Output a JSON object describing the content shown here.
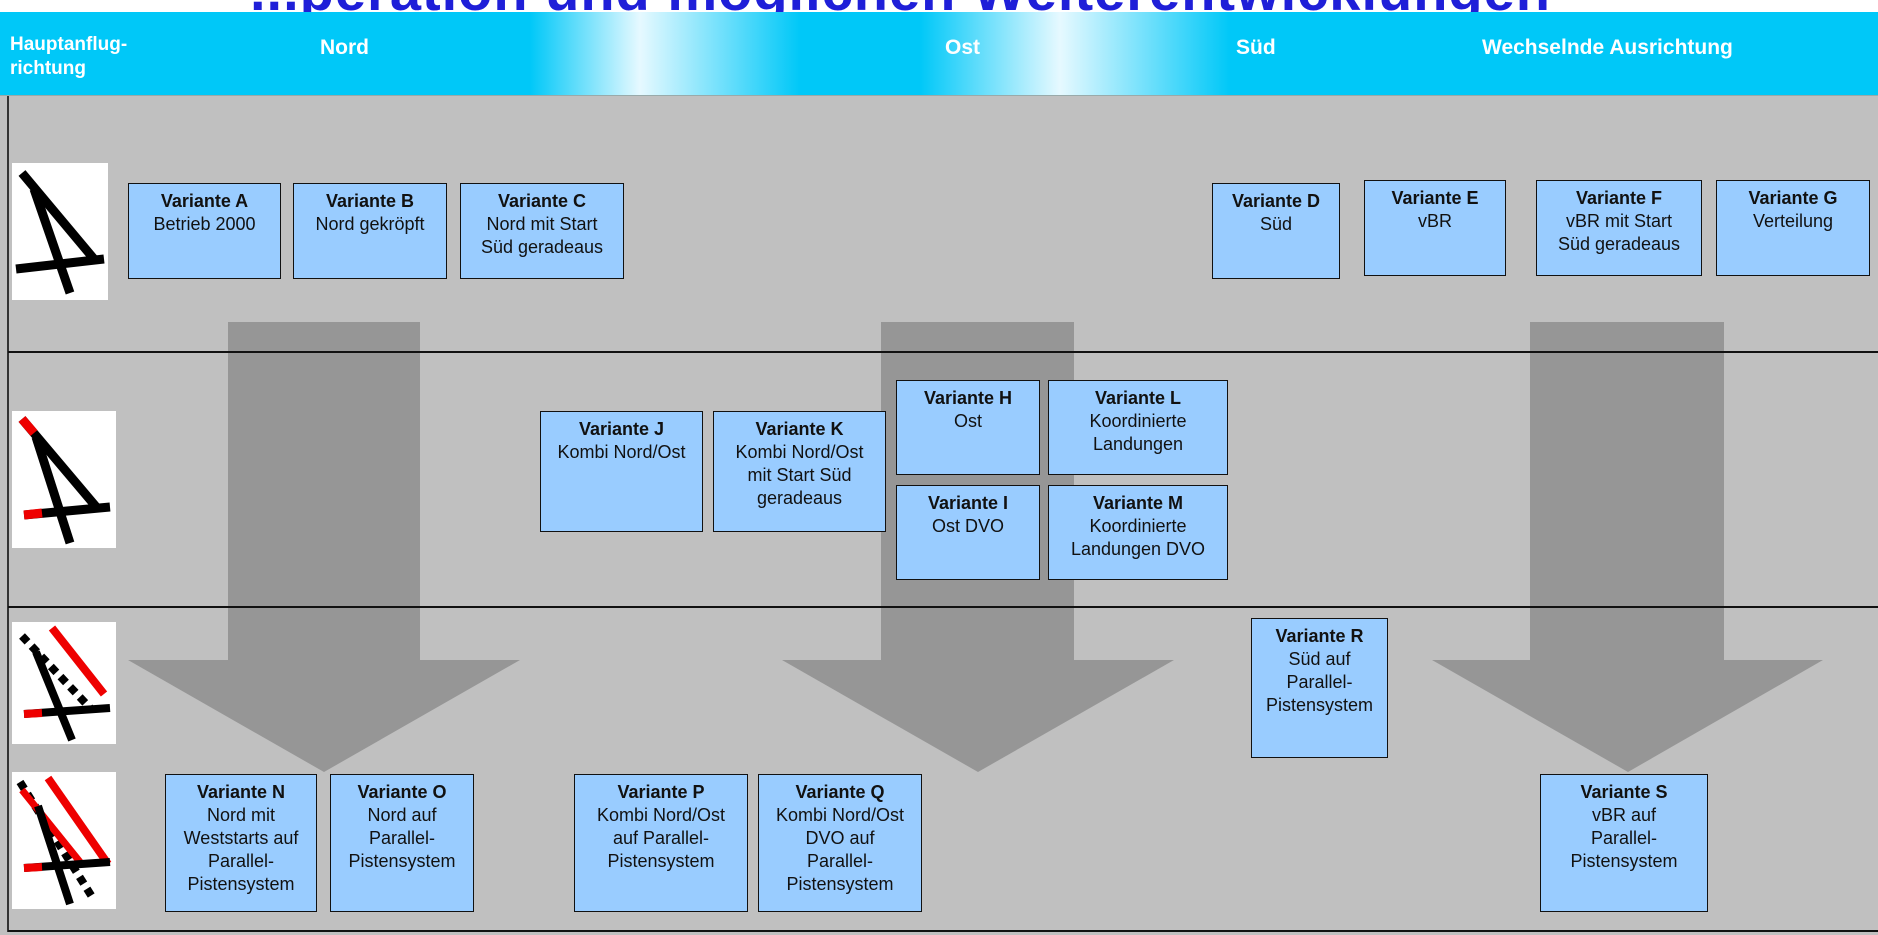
{
  "title": "...peration und möglichen Weiterentwicklungen",
  "header": {
    "row_label": "Hauptanflug-\nrichtung",
    "columns": [
      "Nord",
      "Ost",
      "Süd",
      "Wechselnde Ausrichtung"
    ]
  },
  "row_icons": [
    "runway-3-icon",
    "runway-3-modified-icon",
    "runway-parallel-icon",
    "runway-parallel-full-icon"
  ],
  "colors": {
    "header": "#00c8f8",
    "box": "#99ccff",
    "grid": "#c0c0c0",
    "arrow": "#888888",
    "title": "#1f1fd8"
  },
  "variants": [
    {
      "title": "Variante A",
      "desc": "Betrieb 2000"
    },
    {
      "title": "Variante B",
      "desc": "Nord gekröpft"
    },
    {
      "title": "Variante C",
      "desc": "Nord mit Start\nSüd geradeaus"
    },
    {
      "title": "Variante D",
      "desc": "Süd"
    },
    {
      "title": "Variante E",
      "desc": "vBR"
    },
    {
      "title": "Variante F",
      "desc": "vBR mit Start\nSüd geradeaus"
    },
    {
      "title": "Variante G",
      "desc": "Verteilung"
    },
    {
      "title": "Variante H",
      "desc": "Ost"
    },
    {
      "title": "Variante I",
      "desc": "Ost DVO"
    },
    {
      "title": "Variante J",
      "desc": "Kombi Nord/Ost"
    },
    {
      "title": "Variante K",
      "desc": "Kombi Nord/Ost\nmit Start Süd\ngeradeaus"
    },
    {
      "title": "Variante L",
      "desc": "Koordinierte\nLandungen"
    },
    {
      "title": "Variante M",
      "desc": "Koordinierte\nLandungen DVO"
    },
    {
      "title": "Variante N",
      "desc": "Nord mit\nWeststarts auf\nParallel-\nPistensystem"
    },
    {
      "title": "Variante O",
      "desc": "Nord auf\nParallel-\nPistensystem"
    },
    {
      "title": "Variante P",
      "desc": "Kombi Nord/Ost\nauf Parallel-\nPistensystem"
    },
    {
      "title": "Variante Q",
      "desc": "Kombi Nord/Ost\nDVO auf\nParallel-\nPistensystem"
    },
    {
      "title": "Variante R",
      "desc": "Süd auf\nParallel-\nPistensystem"
    },
    {
      "title": "Variante S",
      "desc": "vBR auf\nParallel-\nPistensystem"
    }
  ]
}
